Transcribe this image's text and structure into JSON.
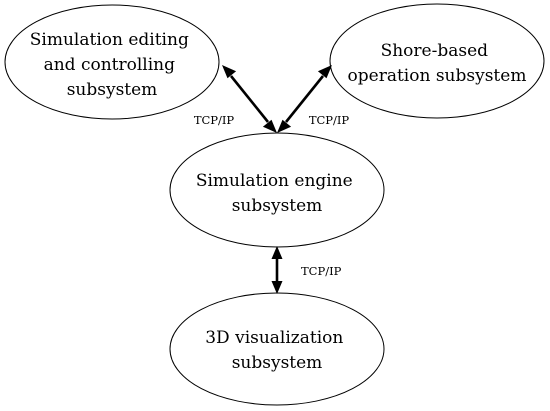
{
  "diagram": {
    "nodes": {
      "editing": {
        "lines": [
          "Simulation editing",
          "and controlling",
          "subsystem"
        ]
      },
      "shore": {
        "lines": [
          "Shore-based",
          "operation subsystem"
        ]
      },
      "engine": {
        "lines": [
          "Simulation engine",
          "subsystem"
        ]
      },
      "visualization": {
        "lines": [
          "3D visualization",
          "subsystem"
        ]
      }
    },
    "edges": {
      "editing_engine": {
        "label": "TCP/IP",
        "bidirectional": true
      },
      "shore_engine": {
        "label": "TCP/IP",
        "bidirectional": true
      },
      "engine_visualization": {
        "label": "TCP/IP",
        "bidirectional": true
      }
    },
    "colors": {
      "stroke": "#000000",
      "fill": "#ffffff",
      "background": "#ffffff"
    }
  }
}
